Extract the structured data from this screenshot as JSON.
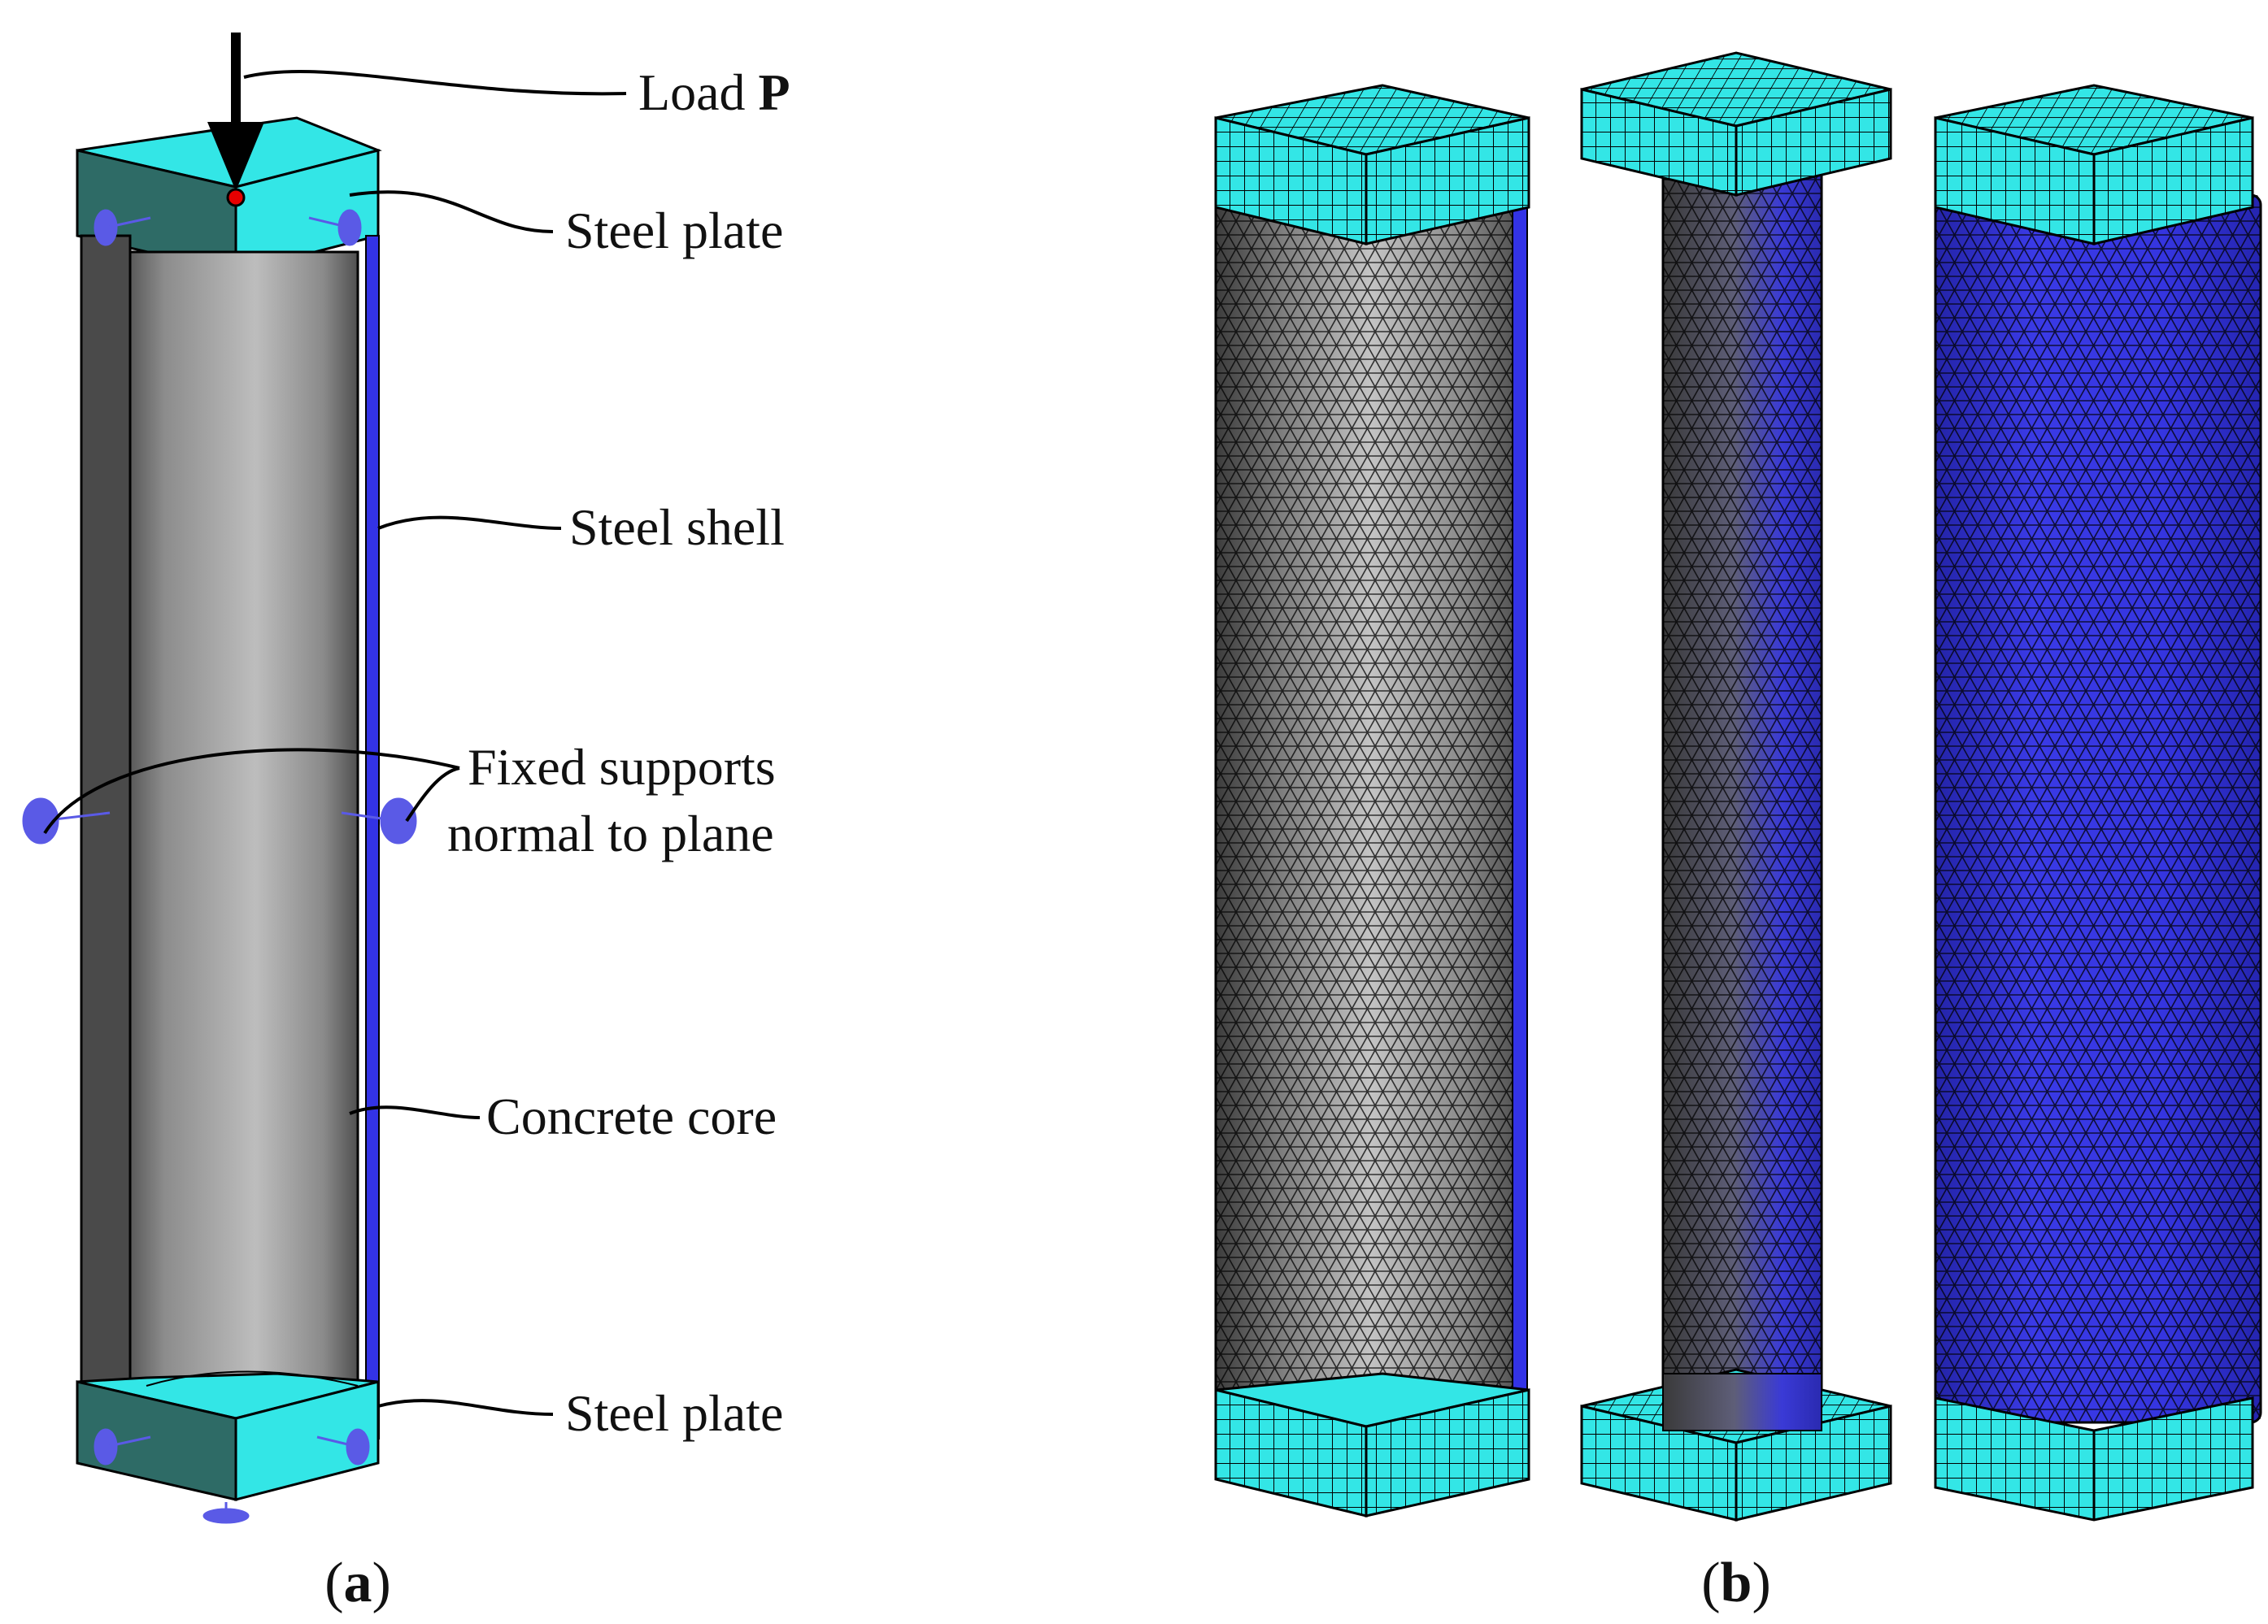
{
  "panel_a": {
    "labels": {
      "load_prefix": "Load",
      "load_symbol": "P",
      "steel_plate_top": "Steel plate",
      "steel_shell": "Steel shell",
      "fixed_supports_line1": "Fixed supports",
      "fixed_supports_line2": "normal to plane",
      "concrete_core": "Concrete core",
      "steel_plate_bottom": "Steel plate"
    },
    "caption_open": "(",
    "caption_letter": "a",
    "caption_close": ")"
  },
  "panel_b": {
    "caption_open": "(",
    "caption_letter": "b",
    "caption_close": ")"
  },
  "colors": {
    "steel_plate": "#33E6E6",
    "steel_plate_side": "#2E6B66",
    "steel_shell": "#3333E6",
    "concrete_light": "#B4B4B4",
    "concrete_dark": "#4A4A4A",
    "support_marker": "#5A5AE6",
    "load_point": "#E60000"
  },
  "icons": {
    "load_arrow": "arrow-down-icon",
    "support": "fixed-support-icon"
  }
}
